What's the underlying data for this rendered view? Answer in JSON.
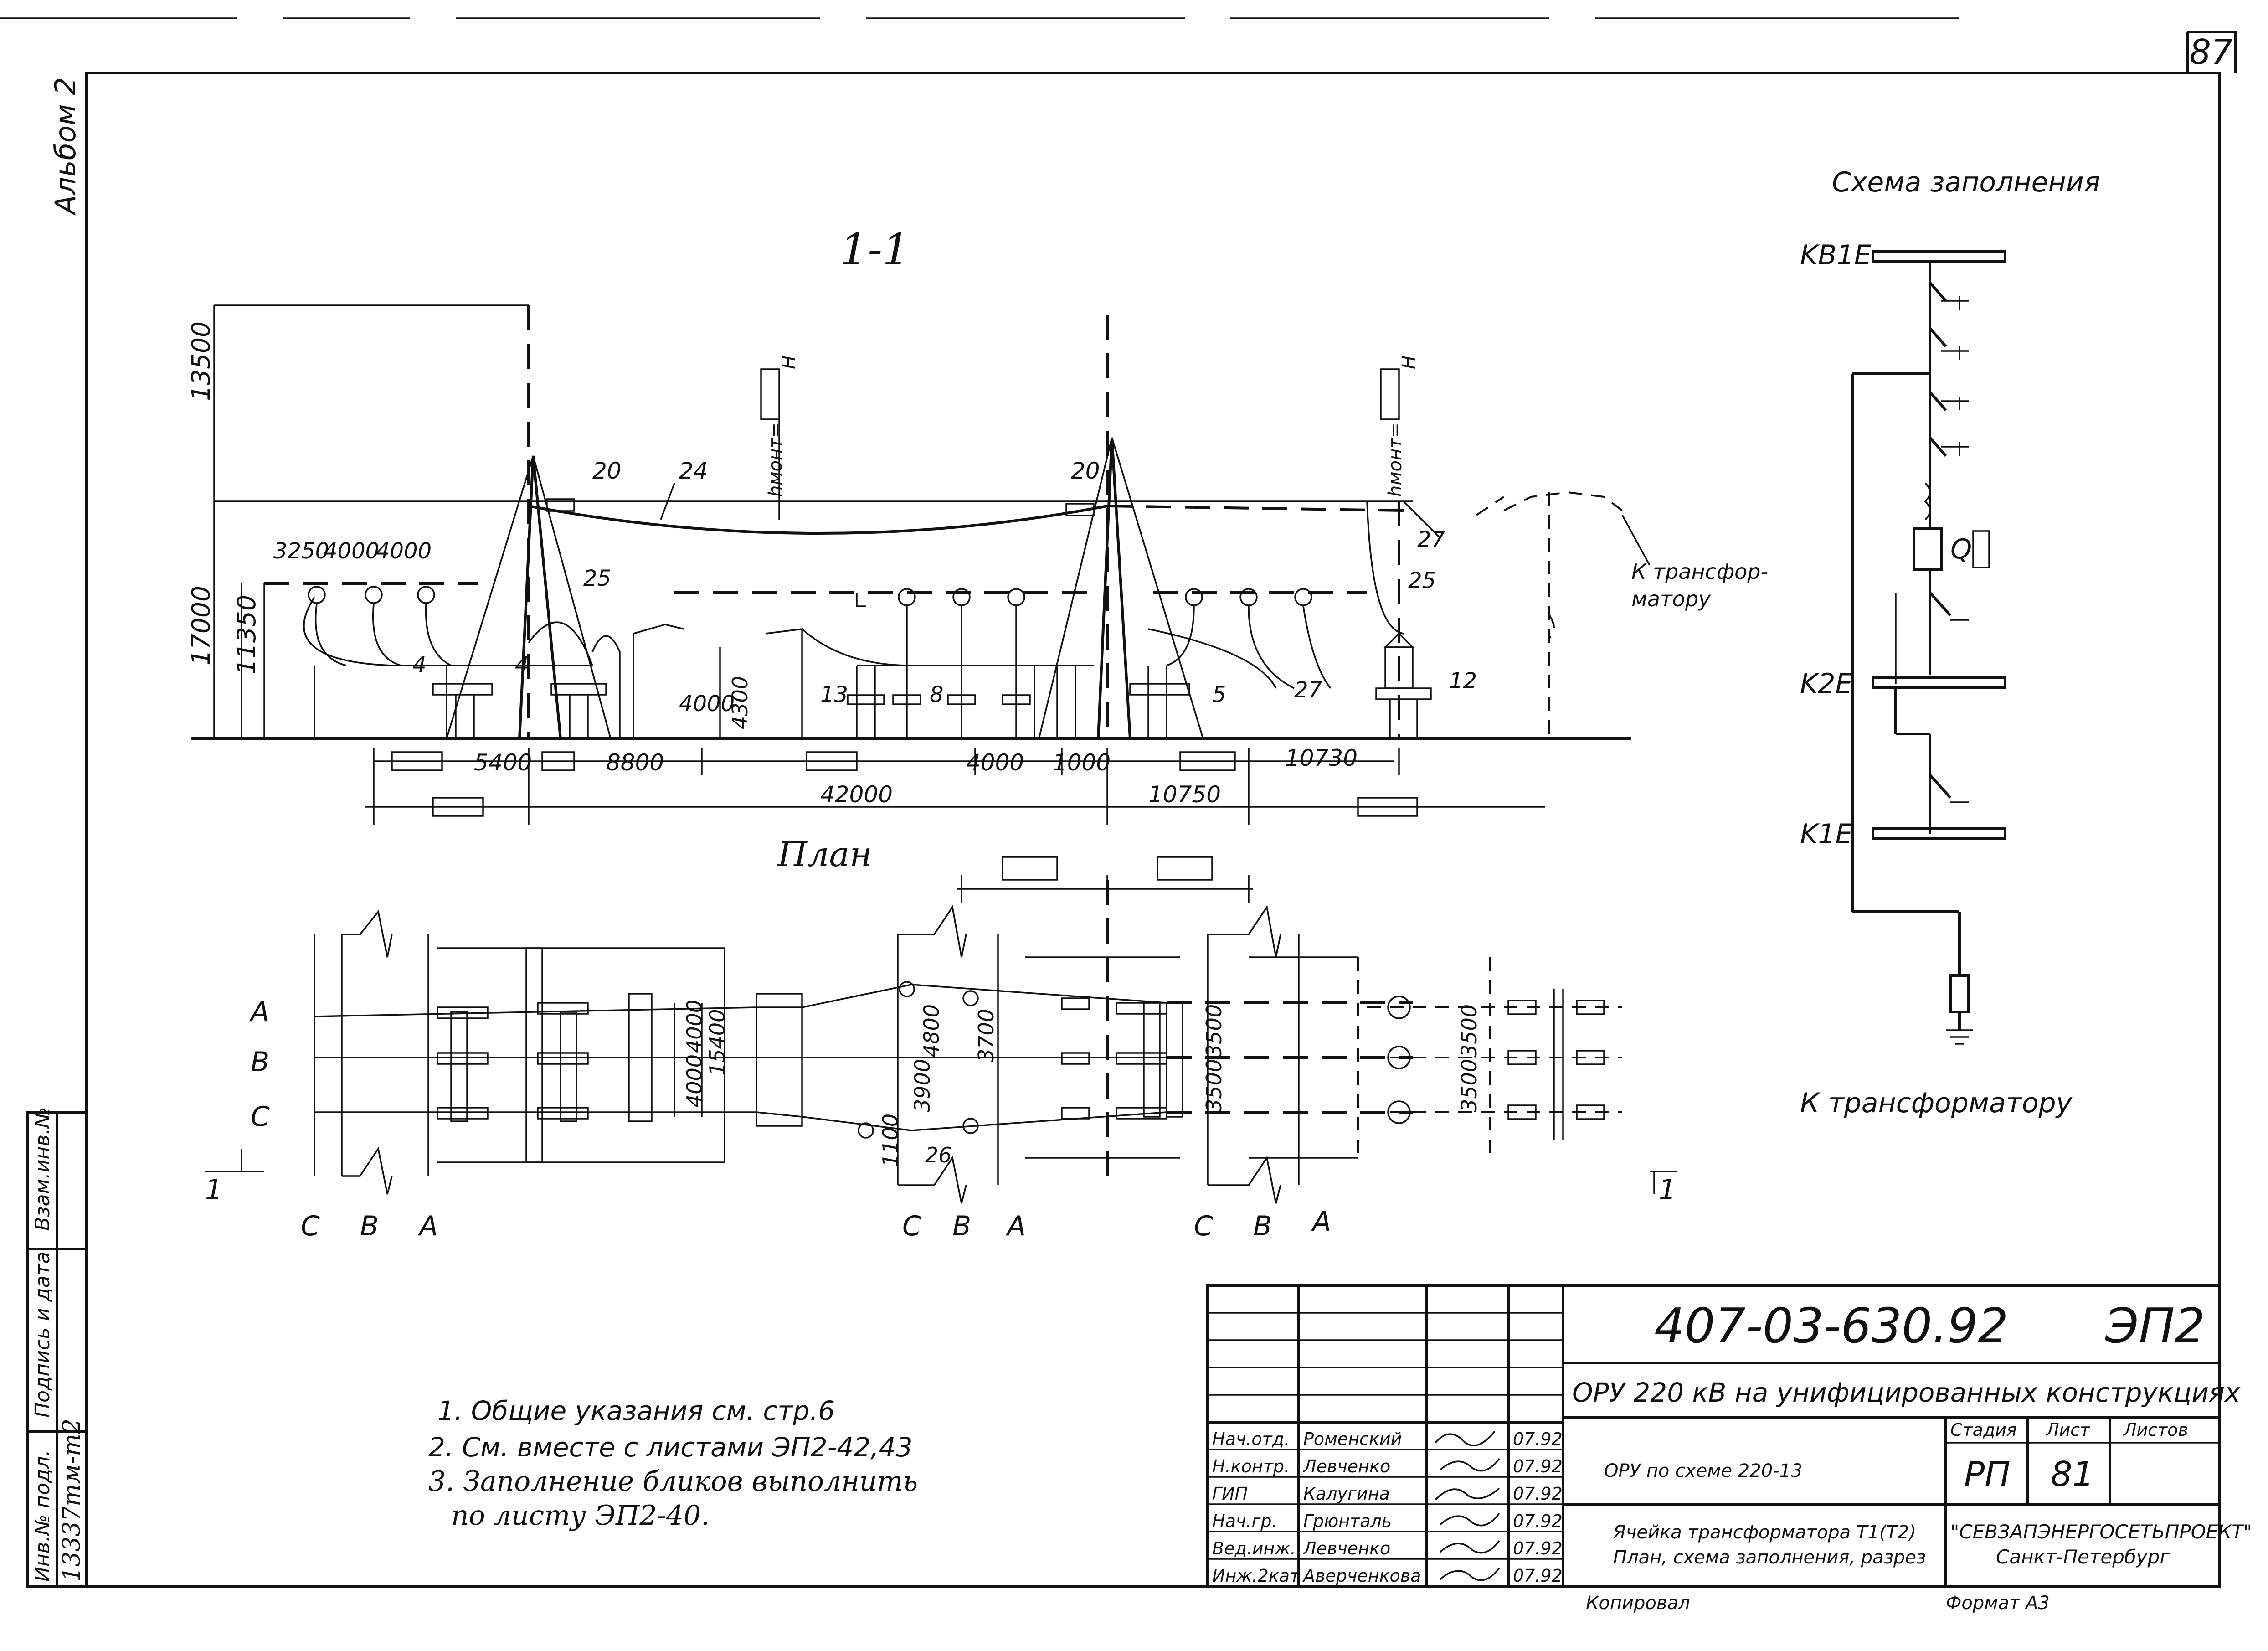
{
  "page_number": "87",
  "album_label": "Альбом 2",
  "section_title": "1-1",
  "plan_title": "План",
  "schema_title": "Схема заполнения",
  "schema_labels": {
    "kb1e": "KB1E",
    "k2e": "K2E",
    "k1e": "K1E",
    "q": "Q",
    "to_transformer": "К трансформатору"
  },
  "section_dims": {
    "h13500": "13500",
    "h17000": "17000",
    "h11350": "11350",
    "d3250": "3250",
    "d4000a": "4000",
    "d4000b": "4000",
    "d5400": "5400",
    "d8800": "8800",
    "d42000": "42000",
    "d4000c": "4000",
    "d4300": "4300",
    "d4000d": "4000",
    "d1000": "1000",
    "d10730": "10730",
    "d10750": "10750",
    "hmont1": "hмонт=",
    "hmont2": "hмонт=",
    "h1": "H",
    "h2": "H"
  },
  "section_callouts": {
    "c20a": "20",
    "c24": "24",
    "c20b": "20",
    "c25a": "25",
    "c25b": "25",
    "c27a": "27",
    "c27b": "27",
    "c4a": "4",
    "c4b": "4",
    "c13": "13",
    "c8": "8",
    "c5": "5",
    "c12": "12"
  },
  "to_transformer_right": [
    "К трансфор-",
    "матору"
  ],
  "plan_dims": {
    "p4000a": "4000",
    "p4000b": "4000",
    "p15400": "15400",
    "p4800": "4800",
    "p3700": "3700",
    "p3900": "3900",
    "p1100": "1100",
    "p26": "26",
    "p3500a": "3500",
    "p3500b": "3500",
    "p3500c": "3500",
    "p3500d": "3500"
  },
  "phases_left": [
    "A",
    "B",
    "C"
  ],
  "phases_bottom": [
    "C",
    "B",
    "A",
    "C",
    "B",
    "A",
    "C",
    "B",
    "A"
  ],
  "section_marks": {
    "left": "1",
    "right": "1"
  },
  "notes": [
    "1. Общие указания см. стр.6",
    "2. См. вместе с листами ЭП2-42,43",
    "3. Заполнение бликов выполнить",
    "по листу ЭП2-40."
  ],
  "side_stamp": {
    "inv": "Инв.№ подл.",
    "sign": "Подпись и дата",
    "vz": "Взам.инв.№",
    "handwritten": "13337тм-т2"
  },
  "title_block": {
    "doc_code": "407-03-630.92",
    "mark": "ЭП2",
    "project": "ОРУ 220 кВ на унифицированных конструкциях",
    "scheme": "ОРУ по схеме 220-13",
    "sheet_title_1": "Ячейка трансформатора Т1(Т2)",
    "sheet_title_2": "План, схема заполнения, разрез",
    "stage_hdr": "Стадия",
    "sheet_hdr": "Лист",
    "sheets_hdr": "Листов",
    "stage": "РП",
    "sheet": "81",
    "sheets": "",
    "org_1": "\"СЕВЗАПЭНЕРГОСЕТЬПРОЕКТ\"",
    "org_2": "Санкт-Петербург",
    "signers": [
      {
        "role": "Нач.отд.",
        "name": "Роменский",
        "date": "07.92"
      },
      {
        "role": "Н.контр.",
        "name": "Левченко",
        "date": "07.92"
      },
      {
        "role": "ГИП",
        "name": "Калугина",
        "date": "07.92"
      },
      {
        "role": "Нач.гр.",
        "name": "Грюнталь",
        "date": "07.92"
      },
      {
        "role": "Вед.инж.",
        "name": "Левченко",
        "date": "07.92"
      },
      {
        "role": "Инж.2кат",
        "name": "Аверченкова",
        "date": "07.92"
      }
    ]
  },
  "footer_left": "Копировал",
  "footer_right": "Формат А3"
}
